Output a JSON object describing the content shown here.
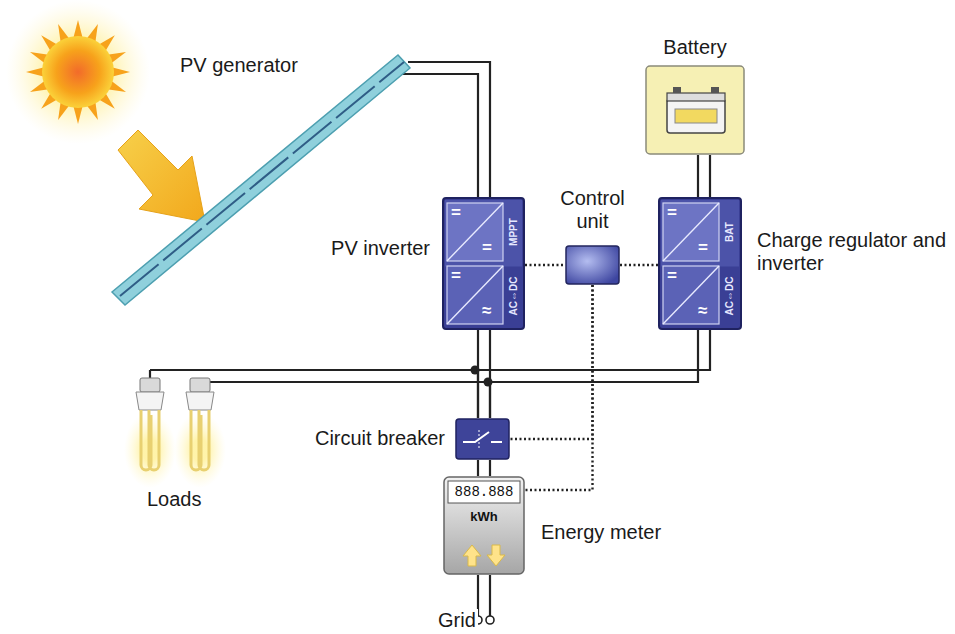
{
  "diagram": {
    "nodes": [
      {
        "text": [
          "PV generator"
        ]
      },
      {
        "text": [
          "PV inverter",
          "=",
          "=",
          "=",
          "≈",
          "MPPT",
          "AC⇔DC"
        ]
      },
      {
        "text": [
          "Control unit"
        ]
      },
      {
        "text": [
          "Charge regulator and inverter",
          "=",
          "=",
          "=",
          "≈",
          "BAT",
          "AC⇔DC"
        ]
      },
      {
        "text": [
          "Battery"
        ]
      },
      {
        "text": [
          "Circuit breaker"
        ]
      },
      {
        "text": [
          "Energy meter",
          "888.888",
          "kWh"
        ]
      }
    ],
    "edges": [
      {
        "from": 0,
        "to": 1,
        "arrow": "none"
      },
      {
        "from": 1,
        "to": 2,
        "arrow": "none"
      },
      {
        "from": 2,
        "to": 3,
        "arrow": "none"
      },
      {
        "from": 4,
        "to": 3,
        "arrow": "none"
      },
      {
        "from": 1,
        "to": 5,
        "arrow": "none"
      },
      {
        "from": 3,
        "to": 5,
        "arrow": "none"
      },
      {
        "from": 2,
        "to": 5,
        "arrow": "none"
      },
      {
        "from": 2,
        "to": 6,
        "arrow": "none"
      },
      {
        "from": 5,
        "to": 6,
        "arrow": "none"
      }
    ],
    "labels": [
      "Loads",
      "Grid"
    ]
  }
}
